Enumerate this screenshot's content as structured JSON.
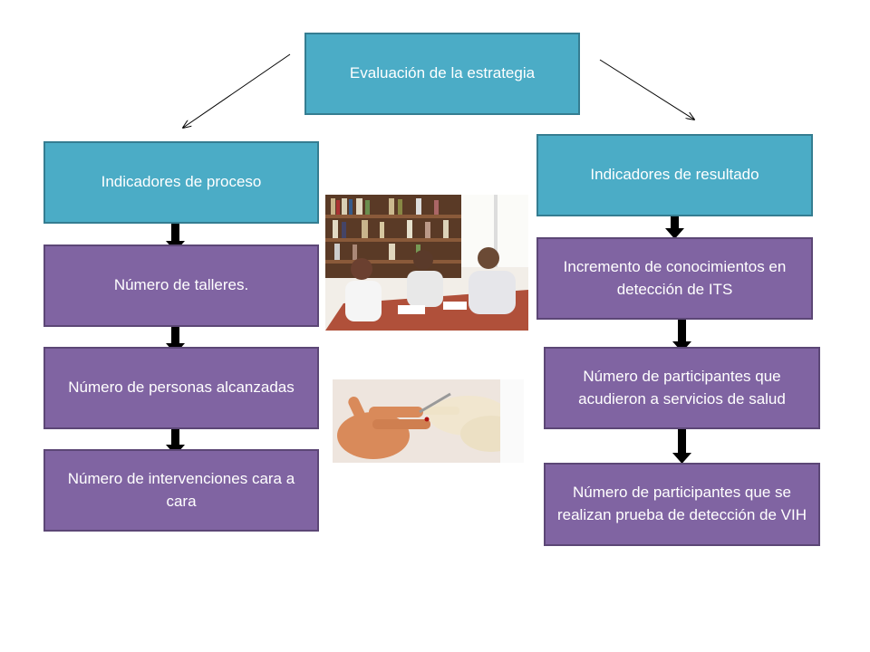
{
  "diagram": {
    "root": "Evaluación de la estrategia",
    "left_header": "Indicadores de proceso",
    "right_header": "Indicadores de resultado",
    "left_items": [
      "Número de talleres.",
      "Número de personas alcanzadas",
      "Número de intervenciones cara a cara"
    ],
    "right_items": [
      "Incremento de conocimientos en detección de ITS",
      "Número de participantes que acudieron a servicios de salud",
      "Número de participantes que se realizan prueba de detección de VIH"
    ]
  },
  "colors": {
    "header_fill": "#4bacc6",
    "item_fill": "#8064a2",
    "arrow": "#000000"
  }
}
